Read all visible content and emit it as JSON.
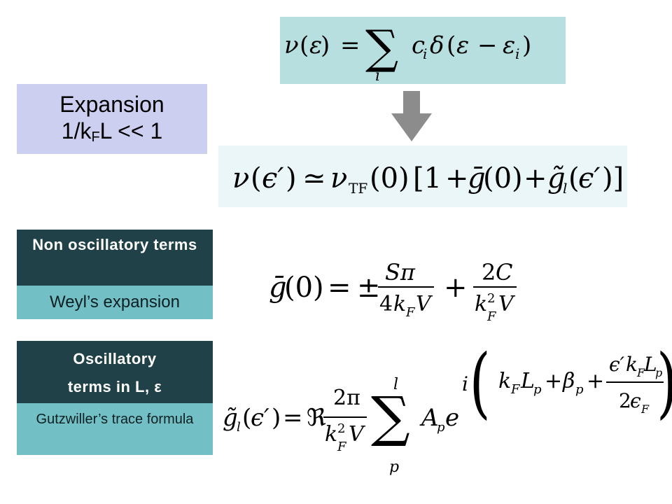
{
  "expansion": {
    "line1": "Expansion",
    "line2_prefix": "1/k",
    "line2_sub": "F",
    "line2_suffix": "L << 1"
  },
  "labels": {
    "non_oscillatory": "Non oscillatory terms",
    "weyl": "Weyl’s expansion",
    "oscillatory_line1": "Oscillatory",
    "oscillatory_line2": "terms in L, ε",
    "gutzwiller": "Gutzwiller’s trace formula"
  },
  "equations": {
    "density_of_states": "ν(ε) = Σᵢ cᵢ δ(ε − εᵢ)",
    "approximation": "ν(ε′) ≃ ν_TF(0) [1 + ḡ(0) + g̃ₗ(ε′)]",
    "weyl_term": "ḡ(0) = ± Sπ/(4k_F V) + 2C/(k_F² V)",
    "gutzwiller_term": "g̃ₗ(ε′) = ℜ 2π/(k_F² V) Σₚ Aₚ e^{i(k_F Lₚ + βₚ + ε′ k_F Lₚ/(2ε_F))}"
  },
  "colors": {
    "expansion_bg": "#cccff0",
    "eq1_bg": "#b7dfe0",
    "eq2_bg": "#eaf6f7",
    "dark_label": "#1f4147",
    "light_label": "#72c0c6",
    "arrow": "#8c8c8c"
  }
}
